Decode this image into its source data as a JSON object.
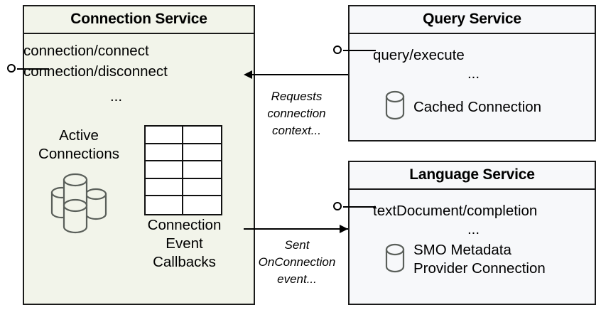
{
  "diagram": {
    "type": "component-diagram",
    "background": "#ffffff",
    "colors": {
      "connection_service_fill": "#f2f4ea",
      "service_fill": "#f7f8fa",
      "border": "#1a1a1a",
      "cylinder_stroke": "#5a5f5a",
      "text": "#000000"
    }
  },
  "connection_service": {
    "title": "Connection Service",
    "interface_methods": [
      "connection/connect",
      "connection/disconnect"
    ],
    "ellipsis": "...",
    "provided_interface_name": "connection-interface-lollipop",
    "active_connections_label": "Active\nConnections",
    "active_connections_line1": "Active",
    "active_connections_line2": "Connections",
    "callbacks_label_line1": "Connection",
    "callbacks_label_line2": "Event",
    "callbacks_label_line3": "Callbacks",
    "grid_rows": 5,
    "grid_cols": 2,
    "cylinder_count": 4
  },
  "query_service": {
    "title": "Query Service",
    "interface_methods": [
      "query/execute"
    ],
    "ellipsis": "...",
    "item_caption": "Cached Connection"
  },
  "language_service": {
    "title": "Language Service",
    "interface_methods": [
      "textDocument/completion"
    ],
    "ellipsis": "...",
    "item_caption_line1": "SMO Metadata",
    "item_caption_line2": "Provider Connection"
  },
  "edges": [
    {
      "id": "query-to-connection",
      "from": "Query Service",
      "to": "Connection Service",
      "direction": "left",
      "label_line1": "Requests",
      "label_line2": "connection",
      "label_line3": "context..."
    },
    {
      "id": "connection-to-language",
      "from": "Connection Service",
      "to": "Language Service",
      "direction": "right",
      "label_line1": "Sent",
      "label_line2": "OnConnection",
      "label_line3": "event..."
    }
  ]
}
